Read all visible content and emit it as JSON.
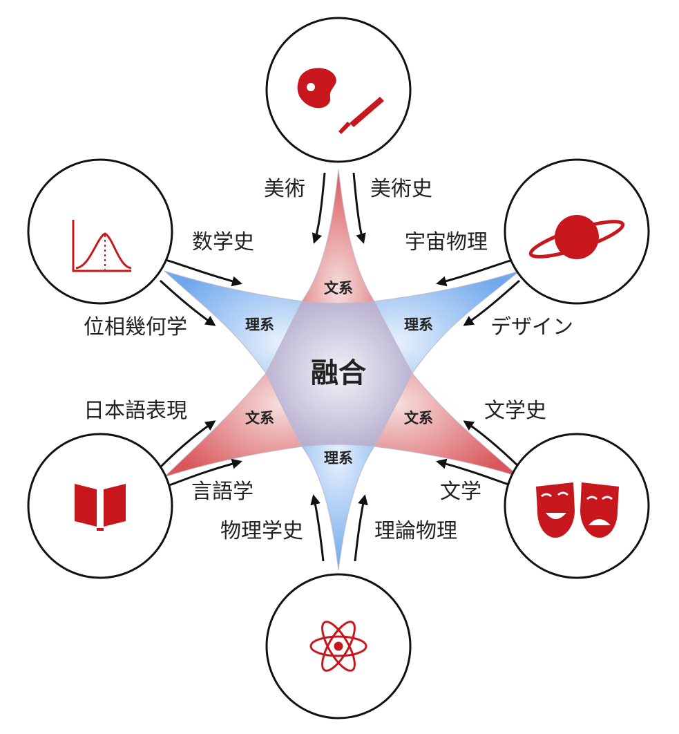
{
  "center": {
    "label": "融合"
  },
  "regions": {
    "top": "文系",
    "upper_left": "理系",
    "upper_right": "理系",
    "lower_left": "文系",
    "lower_right": "文系",
    "bottom": "理系"
  },
  "nodes": [
    {
      "id": "art",
      "icon": "palette-brush-icon"
    },
    {
      "id": "astro",
      "icon": "saturn-planet-icon"
    },
    {
      "id": "theater",
      "icon": "theater-masks-icon"
    },
    {
      "id": "physics",
      "icon": "atom-icon"
    },
    {
      "id": "literature",
      "icon": "open-book-icon"
    },
    {
      "id": "math",
      "icon": "bell-curve-icon"
    }
  ],
  "arrow_labels": {
    "art_left": "美術",
    "art_right": "美術史",
    "astro_upper": "宇宙物理",
    "astro_lower": "デザイン",
    "theater_upper": "文学史",
    "theater_lower": "文学",
    "physics_right": "理論物理",
    "physics_left": "物理学史",
    "literature_lower": "言語学",
    "literature_upper": "日本語表現",
    "math_upper": "数学史",
    "math_lower": "位相幾何学"
  },
  "colors": {
    "humanities_red": "#d45a5a",
    "science_blue": "#7fb4ee",
    "center_purple": "#b9b1d3",
    "icon_red": "#c8161d"
  }
}
